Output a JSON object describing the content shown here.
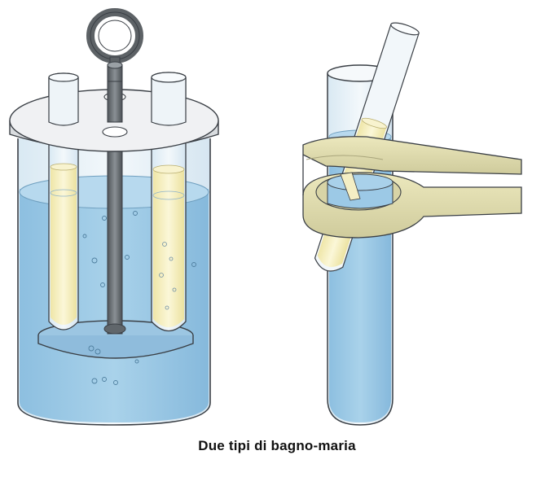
{
  "caption": "Due tipi di bagno-maria",
  "colors": {
    "water": "#9cc9e6",
    "water_dark": "#7fb2d6",
    "glass": "#e9f3f9",
    "outline": "#3a3f45",
    "lid": "#eef0f2",
    "rod": "#6d7378",
    "liquid_yellow": "#f5efbf",
    "clamp": "#e3dfb0",
    "clamp_shade": "#c9c598"
  },
  "illustrations": [
    {
      "name": "water-bath-with-lid-and-rack"
    },
    {
      "name": "test-tube-in-clamp-water-bath"
    }
  ]
}
